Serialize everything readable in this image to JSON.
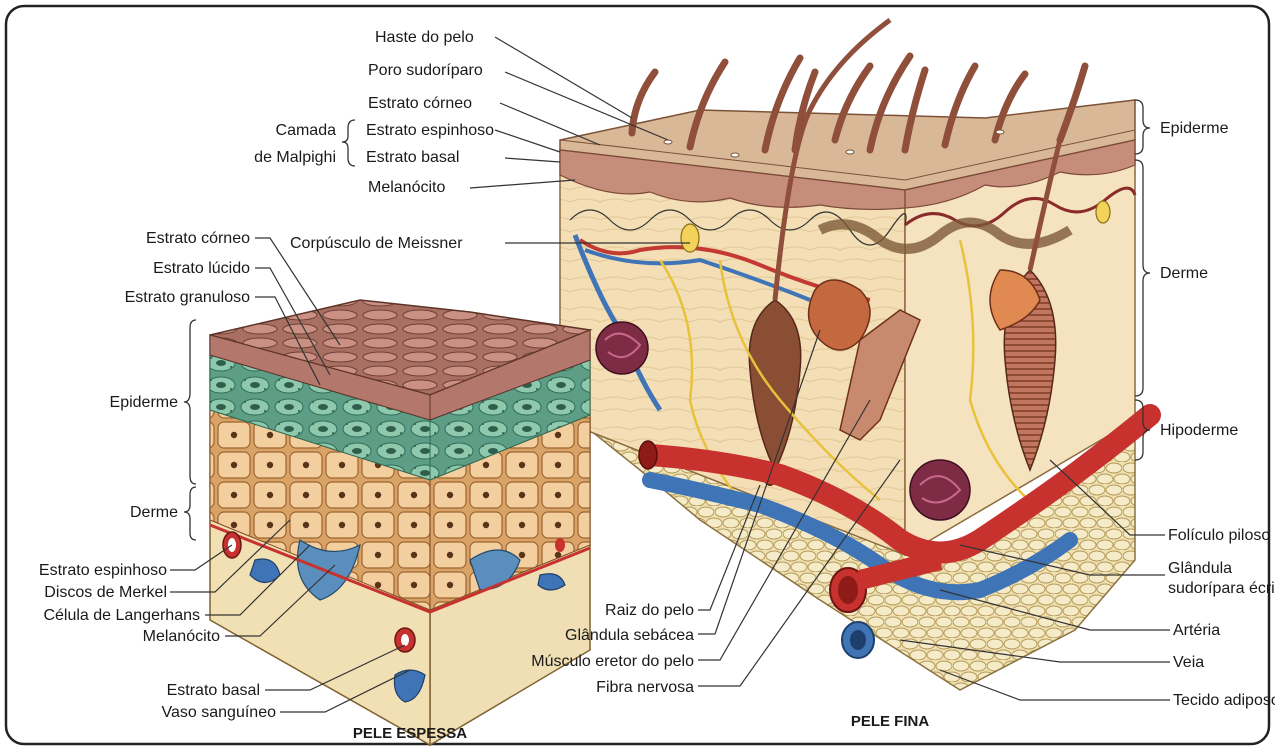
{
  "titles": {
    "thick": "PELE ESPESSA",
    "thin": "PELE FINA"
  },
  "thin_top_labels": {
    "hair_shaft": "Haste do pelo",
    "sweat_pore": "Poro sudorípar​o",
    "stratum_corneum": "Estrato córneo",
    "malpighi_line1": "Camada",
    "malpighi_line2": "de Malpighi",
    "stratum_spinosum": "Estrato espinhoso",
    "stratum_basale": "Estrato basal",
    "melanocyte": "Melanócito",
    "meissner": "Corpúsculo de Meissner"
  },
  "thick_left_labels": {
    "stratum_corneum": "Estrato córneo",
    "stratum_lucidum": "Estrato lúcido",
    "stratum_granulosum": "Estrato granuloso",
    "epidermis": "Epiderme",
    "dermis": "Derme",
    "stratum_spinosum": "Estrato espinhoso",
    "merkel": "Discos de Merkel",
    "langerhans": "Célula de Langerhans",
    "melanocyte": "Melanócito",
    "stratum_basale": "Estrato basal",
    "blood_vessel": "Vaso sanguíneo"
  },
  "bottom_center_labels": {
    "hair_root": "Raiz do pelo",
    "sebaceous": "Glândula sebácea",
    "arrector": "Músculo eretor do pelo",
    "nerve": "Fibra nervosa"
  },
  "right_labels": {
    "epidermis": "Epiderme",
    "dermis": "Derme",
    "hypodermis": "Hipoderme",
    "follicle": "Folículo piloso",
    "eccrine_line1": "Glândula",
    "eccrine_line2": "sudorípara écrina",
    "artery": "Artéria",
    "vein": "Veia",
    "adipose": "Tecido adiposo"
  }
}
